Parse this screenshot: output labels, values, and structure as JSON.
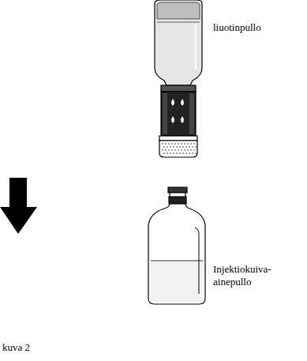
{
  "diagram": {
    "labels": [
      "liuotinpullo",
      "Injektiokuiva- ainepullo",
      "kuva 2"
    ]
  }
}
